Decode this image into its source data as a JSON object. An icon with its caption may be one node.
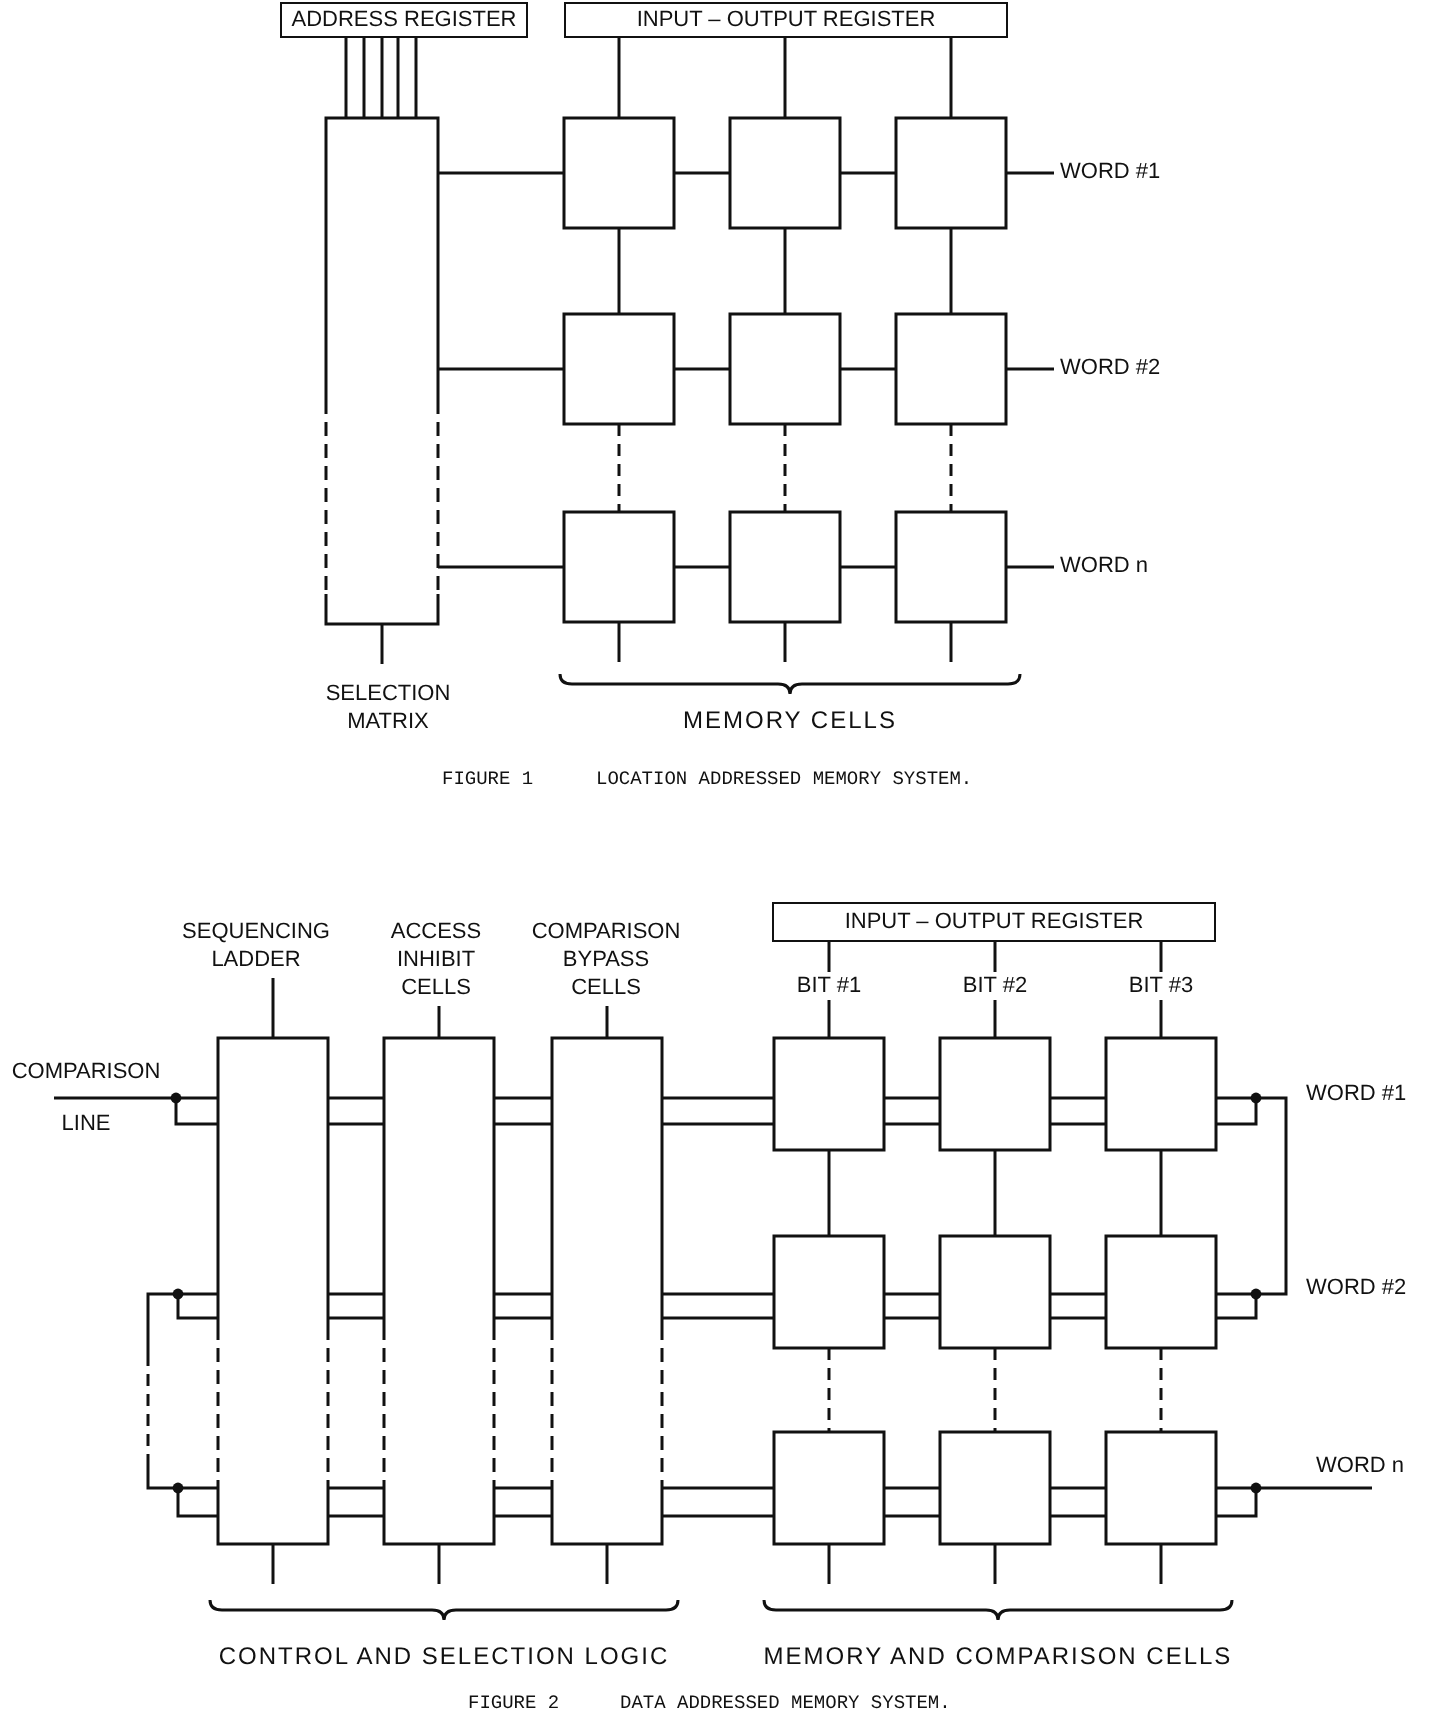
{
  "diagram": {
    "nodes": [
      {
        "text": [
          "ADDRESS REGISTER"
        ]
      },
      {
        "text": [
          "INPUT – OUTPUT REGISTER"
        ]
      },
      {
        "text": [],
        "shape": "box",
        "beside": [
          "SELECTION MATRIX"
        ]
      },
      {
        "text": [],
        "shape": "box"
      },
      {
        "text": [],
        "shape": "box"
      },
      {
        "text": [],
        "shape": "box"
      },
      {
        "text": [
          "WORD #1"
        ]
      },
      {
        "text": [],
        "shape": "box"
      },
      {
        "text": [],
        "shape": "box"
      },
      {
        "text": [],
        "shape": "box"
      },
      {
        "text": [
          "WORD #2"
        ]
      },
      {
        "text": [],
        "shape": "box"
      },
      {
        "text": [],
        "shape": "box"
      },
      {
        "text": [],
        "shape": "box"
      },
      {
        "text": [
          "WORD n"
        ]
      },
      {
        "text": [
          "SEQUENCING LADDER"
        ]
      },
      {
        "text": [
          "ACCESS INHIBIT CELLS"
        ]
      },
      {
        "text": [
          "COMPARISON BYPASS CELLS"
        ]
      },
      {
        "text": [
          "INPUT – OUTPUT REGISTER"
        ]
      },
      {
        "text": [],
        "shape": "box"
      },
      {
        "text": [],
        "shape": "box"
      },
      {
        "text": [],
        "shape": "box"
      },
      {
        "text": [],
        "shape": "box"
      },
      {
        "text": [],
        "shape": "box"
      },
      {
        "text": [],
        "shape": "box"
      },
      {
        "text": [],
        "shape": "box"
      },
      {
        "text": [],
        "shape": "box"
      },
      {
        "text": [],
        "shape": "box"
      },
      {
        "text": [],
        "shape": "box"
      },
      {
        "text": [],
        "shape": "box"
      },
      {
        "text": [],
        "shape": "box"
      }
    ],
    "edges": [
      {
        "from": 0,
        "to": 2,
        "arrow": "none"
      },
      {
        "from": 0,
        "to": 2,
        "arrow": "none"
      },
      {
        "from": 0,
        "to": 2,
        "arrow": "none"
      },
      {
        "from": 0,
        "to": 2,
        "arrow": "none"
      },
      {
        "from": 0,
        "to": 2,
        "arrow": "none"
      },
      {
        "from": 1,
        "to": 3,
        "arrow": "none"
      },
      {
        "from": 1,
        "to": 4,
        "arrow": "none"
      },
      {
        "from": 1,
        "to": 5,
        "arrow": "none"
      },
      {
        "from": 2,
        "to": 3,
        "arrow": "none"
      },
      {
        "from": 2,
        "to": 7,
        "arrow": "none"
      },
      {
        "from": 2,
        "to": 11,
        "arrow": "none"
      },
      {
        "from": 3,
        "to": 4,
        "arrow": "none"
      },
      {
        "from": 4,
        "to": 5,
        "arrow": "none"
      },
      {
        "from": 7,
        "to": 8,
        "arrow": "none"
      },
      {
        "from": 8,
        "to": 9,
        "arrow": "none"
      },
      {
        "from": 11,
        "to": 12,
        "arrow": "none"
      },
      {
        "from": 12,
        "to": 13,
        "arrow": "none"
      },
      {
        "from": 3,
        "to": 7,
        "arrow": "none"
      },
      {
        "from": 4,
        "to": 8,
        "arrow": "none"
      },
      {
        "from": 5,
        "to": 9,
        "arrow": "none"
      },
      {
        "from": 7,
        "to": 11,
        "arrow": "none",
        "style": "dashed"
      },
      {
        "from": 8,
        "to": 12,
        "arrow": "none",
        "style": "dashed"
      },
      {
        "from": 9,
        "to": 13,
        "arrow": "none",
        "style": "dashed"
      },
      {
        "from": 5,
        "to": 6,
        "arrow": "none"
      },
      {
        "from": 9,
        "to": 10,
        "arrow": "none"
      },
      {
        "from": 13,
        "to": 14,
        "arrow": "none"
      },
      {
        "from": 2,
        "to": null,
        "arrow": "none"
      },
      {
        "from": 11,
        "to": null,
        "arrow": "none"
      },
      {
        "from": 12,
        "to": null,
        "arrow": "none"
      },
      {
        "from": 13,
        "to": null,
        "arrow": "none"
      },
      {
        "from": 15,
        "to": 19,
        "arrow": "none"
      },
      {
        "from": 16,
        "to": 20,
        "arrow": "none"
      },
      {
        "from": 17,
        "to": 21,
        "arrow": "none"
      },
      {
        "from": 18,
        "to": 22,
        "arrow": "none",
        "label": "BIT #1"
      },
      {
        "from": 18,
        "to": 23,
        "arrow": "none",
        "label": "BIT #2"
      },
      {
        "from": 18,
        "to": 24,
        "arrow": "none",
        "label": "BIT #3"
      },
      {
        "from": null,
        "to": 19,
        "arrow": "none",
        "label": "COMPARISON LINE"
      },
      {
        "from": 19,
        "to": 20,
        "arrow": "none"
      },
      {
        "from": 19,
        "to": 20,
        "arrow": "none"
      },
      {
        "from": 20,
        "to": 21,
        "arrow": "none"
      },
      {
        "from": 20,
        "to": 21,
        "arrow": "none"
      },
      {
        "from": 21,
        "to": 22,
        "arrow": "none"
      },
      {
        "from": 21,
        "to": 22,
        "arrow": "none"
      },
      {
        "from": 22,
        "to": 23,
        "arrow": "none"
      },
      {
        "from": 22,
        "to": 23,
        "arrow": "none"
      },
      {
        "from": 23,
        "to": 24,
        "arrow": "none"
      },
      {
        "from": 23,
        "to": 24,
        "arrow": "none"
      },
      {
        "from": 24,
        "to": 27,
        "arrow": "none"
      },
      {
        "from": 19,
        "to": 20,
        "arrow": "none"
      },
      {
        "from": 19,
        "to": 20,
        "arrow": "none"
      },
      {
        "from": 20,
        "to": 21,
        "arrow": "none"
      },
      {
        "from": 20,
        "to": 21,
        "arrow": "none"
      },
      {
        "from": 21,
        "to": 25,
        "arrow": "none"
      },
      {
        "from": 21,
        "to": 25,
        "arrow": "none"
      },
      {
        "from": 25,
        "to": 26,
        "arrow": "none"
      },
      {
        "from": 25,
        "to": 26,
        "arrow": "none"
      },
      {
        "from": 26,
        "to": 27,
        "arrow": "none"
      },
      {
        "from": 26,
        "to": 27,
        "arrow": "none"
      },
      {
        "from": 19,
        "to": 19,
        "arrow": "none",
        "style": "dashed"
      },
      {
        "from": 19,
        "to": 20,
        "arrow": "none"
      },
      {
        "from": 19,
        "to": 20,
        "arrow": "none"
      },
      {
        "from": 20,
        "to": 21,
        "arrow": "none"
      },
      {
        "from": 20,
        "to": 21,
        "arrow": "none"
      },
      {
        "from": 21,
        "to": 28,
        "arrow": "none"
      },
      {
        "from": 21,
        "to": 28,
        "arrow": "none"
      },
      {
        "from": 28,
        "to": 29,
        "arrow": "none"
      },
      {
        "from": 28,
        "to": 29,
        "arrow": "none"
      },
      {
        "from": 29,
        "to": 30,
        "arrow": "none"
      },
      {
        "from": 29,
        "to": 30,
        "arrow": "none"
      },
      {
        "from": 30,
        "to": null,
        "arrow": "none",
        "label": "WORD n"
      },
      {
        "from": 22,
        "to": 25,
        "arrow": "none"
      },
      {
        "from": 23,
        "to": 26,
        "arrow": "none"
      },
      {
        "from": 24,
        "to": 27,
        "arrow": "none"
      },
      {
        "from": 25,
        "to": 28,
        "arrow": "none",
        "style": "dashed"
      },
      {
        "from": 26,
        "to": 29,
        "arrow": "none",
        "style": "dashed"
      },
      {
        "from": 27,
        "to": 30,
        "arrow": "none",
        "style": "dashed"
      },
      {
        "from": 19,
        "to": null,
        "arrow": "none"
      },
      {
        "from": 20,
        "to": null,
        "arrow": "none"
      },
      {
        "from": 21,
        "to": null,
        "arrow": "none"
      },
      {
        "from": 28,
        "to": null,
        "arrow": "none"
      },
      {
        "from": 29,
        "to": null,
        "arrow": "none"
      },
      {
        "from": 30,
        "to": null,
        "arrow": "none"
      }
    ],
    "labels": [
      "MEMORY CELLS",
      "FIGURE 1",
      "LOCATION ADDRESSED MEMORY SYSTEM.",
      "WORD #1",
      "WORD #2",
      "CONTROL AND SELECTION LOGIC",
      "MEMORY AND COMPARISON CELLS",
      "FIGURE 2",
      "DATA ADDRESSED MEMORY SYSTEM."
    ]
  }
}
